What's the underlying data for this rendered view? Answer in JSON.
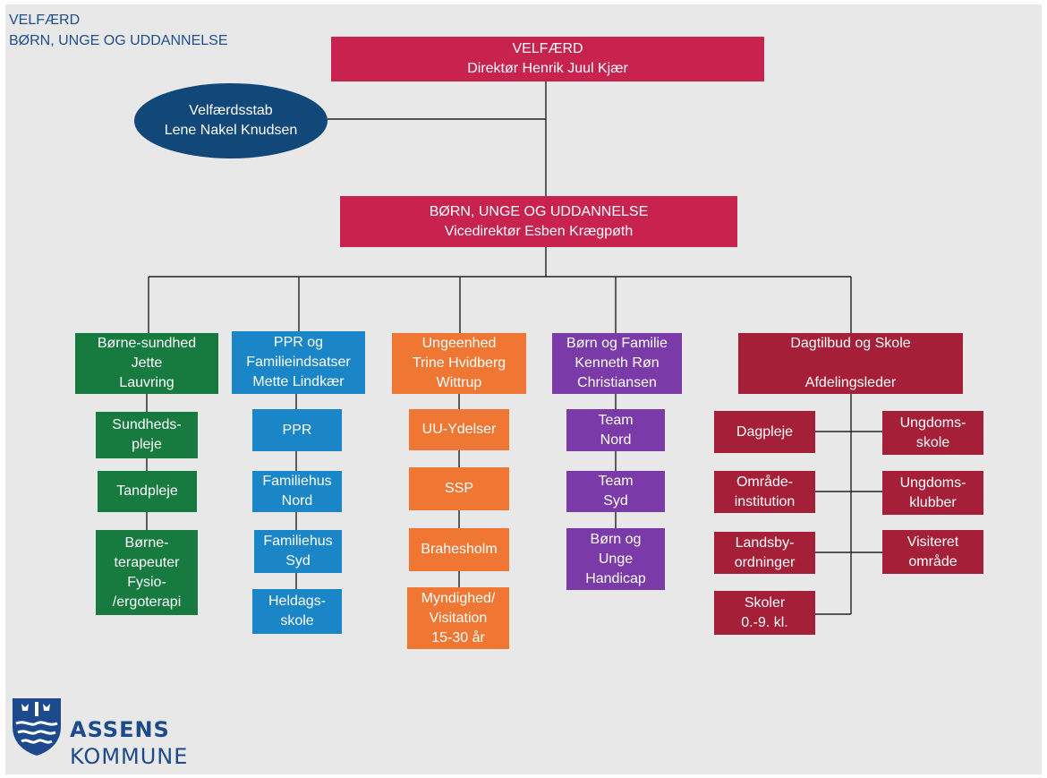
{
  "header": {
    "line1": "VELFÆRD",
    "line2": "BØRN, UNGE OG UDDANNELSE"
  },
  "top": {
    "title": "VELFÆRD",
    "subtitle": "Direktør Henrik Juul Kjær"
  },
  "staff": {
    "line1": "Velfærdsstab",
    "line2": "Lene Nakel Knudsen"
  },
  "sub": {
    "title": "BØRN, UNGE OG UDDANNELSE",
    "subtitle": "Vicedirektør Esben Krægpøth"
  },
  "green": {
    "head": [
      "Børne-sundhed",
      "Jette",
      "Lauvring"
    ],
    "items": [
      [
        "Sundheds-",
        "pleje"
      ],
      [
        "Tandpleje"
      ],
      [
        "Børne-",
        "terapeuter",
        "Fysio-",
        "/ergoterapi"
      ]
    ]
  },
  "blue": {
    "head": [
      "PPR og",
      "Familieindsatser",
      "Mette Lindkær"
    ],
    "items": [
      [
        "PPR"
      ],
      [
        "Familiehus",
        "Nord"
      ],
      [
        "Familiehus",
        "Syd"
      ],
      [
        "Heldags-",
        "skole"
      ]
    ]
  },
  "orange": {
    "head": [
      "Ungeenhed",
      "Trine Hvidberg",
      "Wittrup"
    ],
    "items": [
      [
        "UU-Ydelser"
      ],
      [
        "SSP"
      ],
      [
        "Brahesholm"
      ],
      [
        "Myndighed/",
        "Visitation",
        "15-30 år"
      ]
    ]
  },
  "purple": {
    "head": [
      "Børn og Familie",
      "Kenneth Røn",
      "Christiansen"
    ],
    "items": [
      [
        "Team",
        "Nord"
      ],
      [
        "Team",
        "Syd"
      ],
      [
        "Børn og",
        "Unge",
        "Handicap"
      ]
    ]
  },
  "red": {
    "head": [
      "Dagtilbud og Skole",
      "",
      "Afdelingsleder"
    ],
    "left": [
      [
        "Dagpleje"
      ],
      [
        "Område-",
        "institution"
      ],
      [
        "Landsby-",
        "ordninger"
      ],
      [
        "Skoler",
        "0.-9. kl."
      ]
    ],
    "right": [
      [
        "Ungdoms-",
        "skole"
      ],
      [
        "Ungdoms-",
        "klubber"
      ],
      [
        "Visiteret",
        "område"
      ]
    ]
  },
  "logo": {
    "line1": "ASSENS",
    "line2": "KOMMUNE"
  },
  "colors": {
    "pink": "#c8234f",
    "navy": "#12477a",
    "green": "#177a3f",
    "blue": "#1a86c7",
    "orange": "#ef7733",
    "purple": "#7a3aa8",
    "darkred": "#a51f38"
  }
}
